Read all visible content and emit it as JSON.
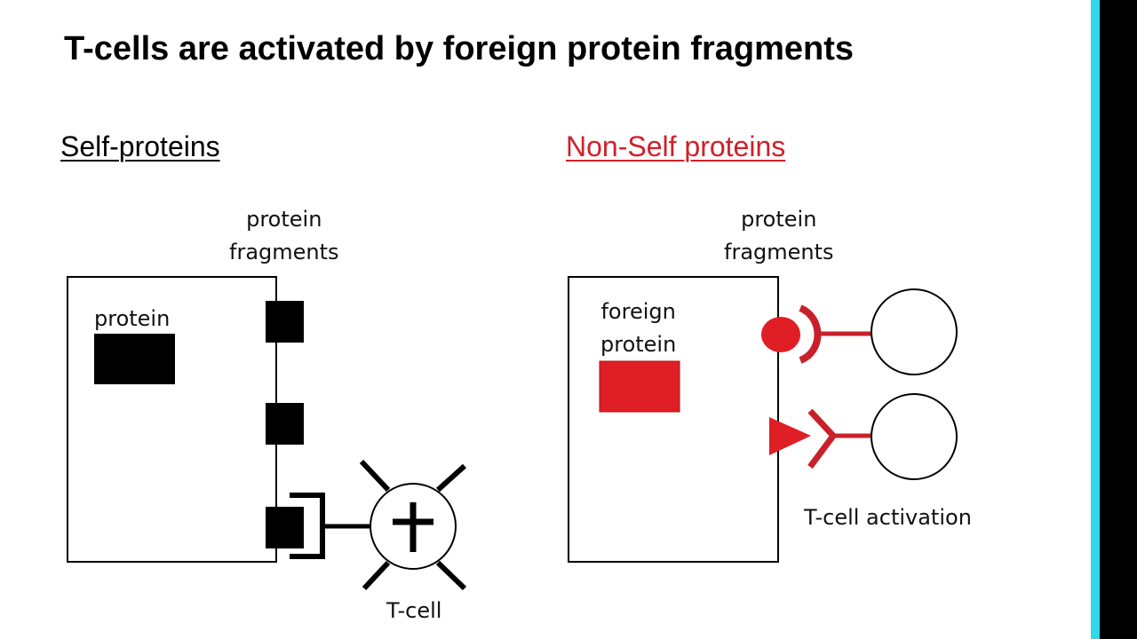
{
  "title": "T-cells are activated by foreign protein fragments",
  "panels": {
    "self": {
      "heading": "Self-proteins",
      "fragments_label_line1": "protein",
      "fragments_label_line2": "fragments",
      "protein_label": "protein",
      "tcell_label": "T-cell"
    },
    "nonself": {
      "heading": "Non-Self proteins",
      "fragments_label_line1": "protein",
      "fragments_label_line2": "fragments",
      "protein_label_line1": "foreign",
      "protein_label_line2": "protein",
      "activation_label": "T-cell activation"
    }
  },
  "colors": {
    "foreign": "#e01e26",
    "receptor": "#c8202a",
    "accent_bar": "#2fd9ea",
    "ink": "#000000"
  }
}
